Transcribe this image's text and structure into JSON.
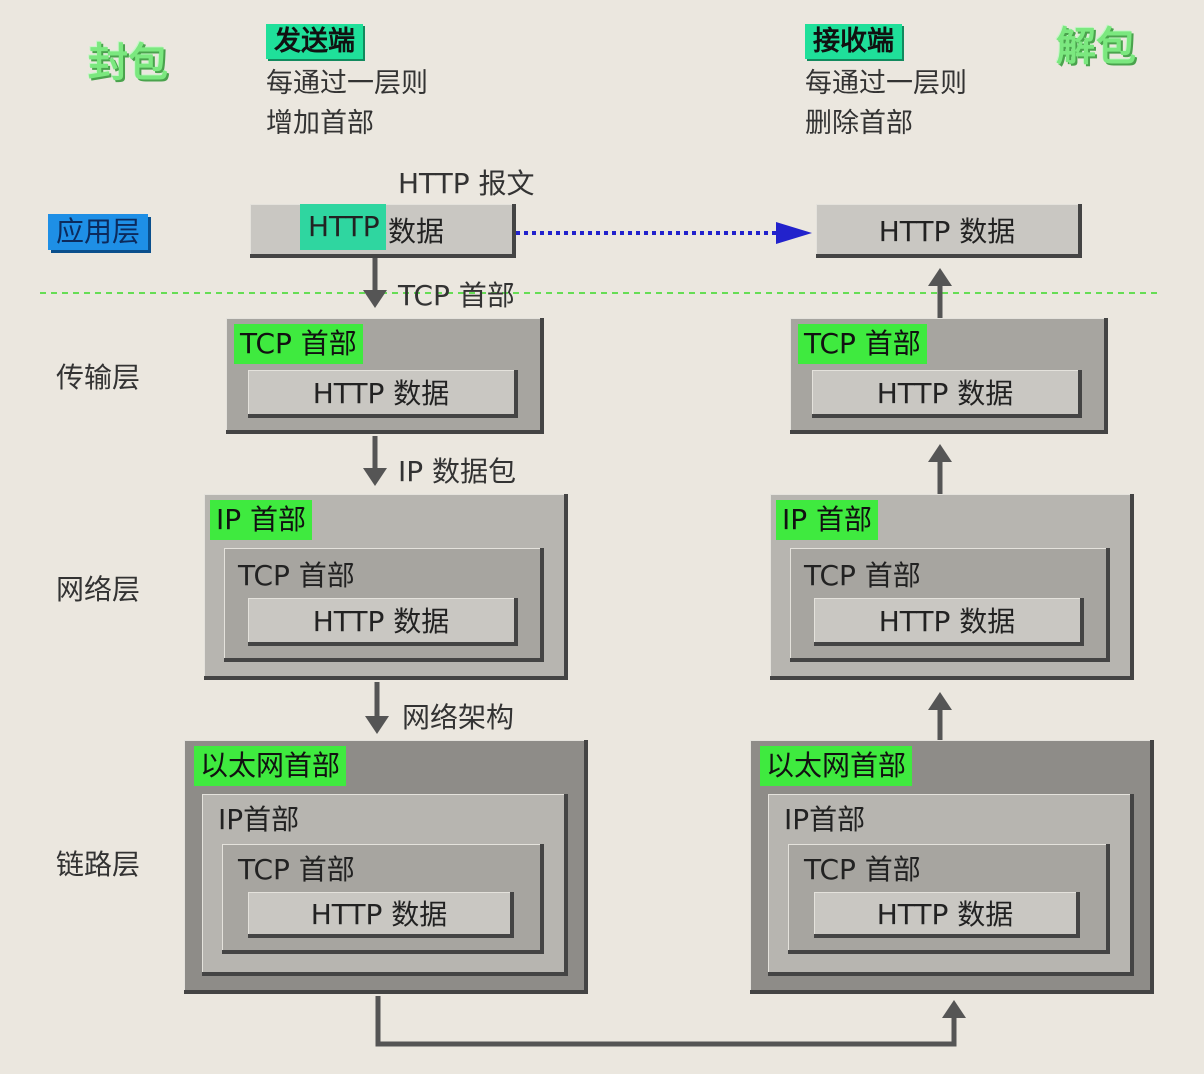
{
  "encap_title": "封包",
  "decap_title": "解包",
  "sender": {
    "tag": "发送端",
    "line1": "每通过一层则",
    "line2": "增加首部"
  },
  "receiver": {
    "tag": "接收端",
    "line1": "每通过一层则",
    "line2": "删除首部"
  },
  "layers": {
    "application": "应用层",
    "transport": "传输层",
    "network": "网络层",
    "link": "链路层"
  },
  "annotations": {
    "http_message": "HTTP 报文",
    "tcp_header": "TCP 首部",
    "ip_packet": "IP 数据包",
    "network_arch": "网络架构"
  },
  "labels": {
    "http_data": "HTTP 数据",
    "http_prefix": "HTTP",
    "data_suffix": "数据",
    "tcp_header": "TCP 首部",
    "ip_header": "IP 首部",
    "ip_header_compact": "IP首部",
    "eth_header": "以太网首部"
  },
  "colors": {
    "header_green": "#3fea3f",
    "tag_teal": "#1fe09a",
    "app_blue": "#1e8fe6",
    "dotted_arrow": "#2222cc",
    "divider": "#66dd55"
  }
}
